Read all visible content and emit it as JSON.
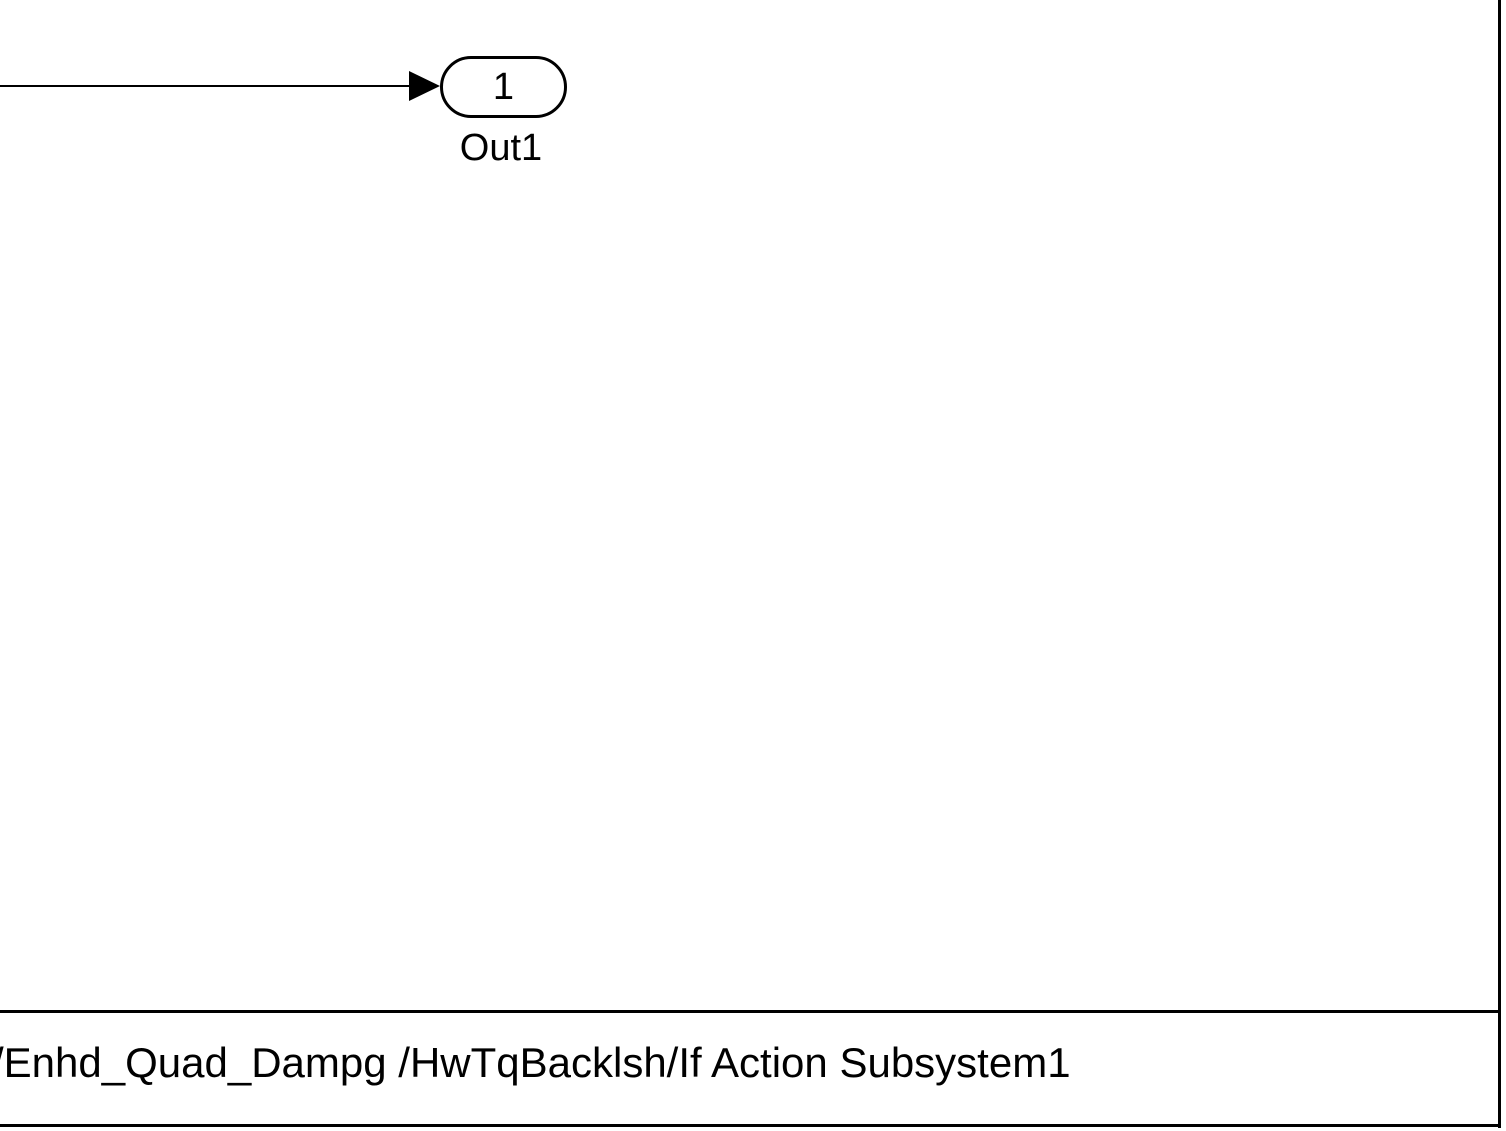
{
  "diagram": {
    "outport": {
      "number": "1",
      "name": "Out1"
    },
    "footer": {
      "path": "/Enhd_Quad_Dampg /HwTqBacklsh/If Action Subsystem1"
    }
  }
}
